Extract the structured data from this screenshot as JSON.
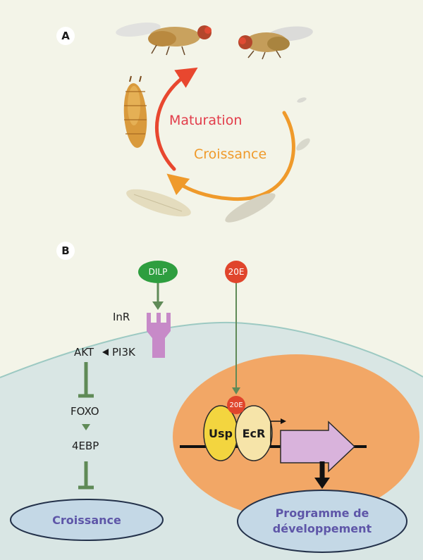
{
  "panel_a": {
    "label": "A",
    "stage_maturation": "Maturation",
    "stage_croissance": "Croissance",
    "colors": {
      "maturation": "#e23c4a",
      "croissance": "#ef9a2b"
    }
  },
  "panel_b": {
    "label": "B",
    "dilp": "DILP",
    "ecdysone": "20E",
    "ecdysone_bound": "20E",
    "inr": "InR",
    "akt": "AKT",
    "pi3k": "PI3K",
    "foxo": "FOXO",
    "ebp": "4EBP",
    "usp": "Usp",
    "ecr": "EcR",
    "growth_outcome": "Croissance",
    "development_outcome_line1": "Programme de",
    "development_outcome_line2": "développement",
    "colors": {
      "dilp": "#2e9e3f",
      "ecdysone": "#e0452c",
      "receptor": "#c78ac8",
      "cell": "#d9e6e4",
      "nucleus": "#f2a766",
      "outcome": "#5e56a8",
      "arrow_green": "#5f8a57"
    }
  }
}
